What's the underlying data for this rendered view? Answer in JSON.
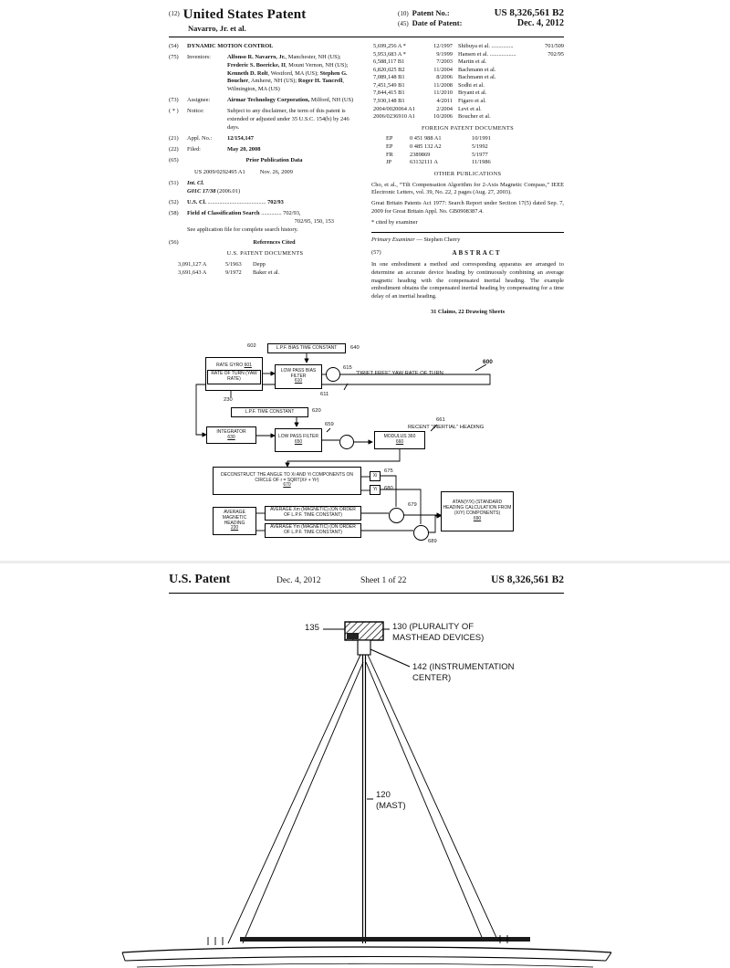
{
  "p1": {
    "hdr": {
      "c12": "(12)",
      "title": "United States Patent",
      "inventors_short": "Navarro, Jr. et al.",
      "c10": "(10)",
      "no_label": "Patent No.:",
      "no": "US 8,326,561 B2",
      "c45": "(45)",
      "date_label": "Date of Patent:",
      "date": "Dec. 4, 2012"
    },
    "f54": {
      "num": "(54)",
      "title": "DYNAMIC MOTION CONTROL"
    },
    "f75": {
      "num": "(75)",
      "label": "Inventors:",
      "list": [
        {
          "name": "Alfonso R. Navarro, Jr.",
          "loc": ", Manchester, NH (US); "
        },
        {
          "name": "Frederic S. Boericke, II",
          "loc": ", Mount Vernon, NH (US); "
        },
        {
          "name": "Kenneth D. Rolt",
          "loc": ", Westford, MA (US); "
        },
        {
          "name": "Stephen G. Boucher",
          "loc": ", Amherst, NH (US); "
        },
        {
          "name": "Roger H. Tancrell",
          "loc": ", Wilmington, MA (US)"
        }
      ]
    },
    "f73": {
      "num": "(73)",
      "label": "Assignee:",
      "name": "Airmar Technology Corporation,",
      "loc": "Milford, NH (US)"
    },
    "fnote": {
      "num": "( * )",
      "label": "Notice:",
      "text": "Subject to any disclaimer, the term of this patent is extended or adjusted under 35 U.S.C. 154(b) by 246 days."
    },
    "f21": {
      "num": "(21)",
      "label": "Appl. No.:",
      "value": "12/154,147"
    },
    "f22": {
      "num": "(22)",
      "label": "Filed:",
      "value": "May 20, 2008"
    },
    "f65": {
      "num": "(65)",
      "heading": "Prior Publication Data",
      "pub": "US 2009/0292495 A1",
      "date": "Nov. 26, 2009"
    },
    "f51": {
      "num": "(51)",
      "label": "Int. Cl.",
      "cls": "G01C 17/38",
      "ver": "(2006.01)"
    },
    "f52": {
      "num": "(52)",
      "label": "U.S. Cl.",
      "dots": " ........................................ ",
      "value": "702/93"
    },
    "f58": {
      "num": "(58)",
      "label": "Field of Classification Search",
      "dots": " .............. ",
      "v1": "702/93,",
      "v2": "702/95, 150, 153",
      "note": "See application file for complete search history."
    },
    "f56": {
      "num": "(56)",
      "heading": "References Cited",
      "sub": "U.S. PATENT DOCUMENTS",
      "rows": [
        [
          "3,091,127 A",
          "5/1963",
          "Depp"
        ],
        [
          "3,691,643 A",
          "9/1972",
          "Baker et al."
        ]
      ]
    }
  },
  "p1r": {
    "us_rows": [
      [
        "5,699,256 A *",
        "12/1997",
        "Shibuya et al. ...............",
        "701/509"
      ],
      [
        "5,953,683 A *",
        "9/1999",
        "Hansen et al. ..................",
        "702/95"
      ],
      [
        "6,588,117 B1",
        "7/2003",
        "Martin et al.",
        ""
      ],
      [
        "6,820,025 B2",
        "11/2004",
        "Bachmann et al.",
        ""
      ],
      [
        "7,089,148 B1",
        "8/2006",
        "Bachmann et al.",
        ""
      ],
      [
        "7,451,549 B1",
        "11/2008",
        "Sodhi et al.",
        ""
      ],
      [
        "7,844,415 B1",
        "11/2010",
        "Bryant et al.",
        ""
      ],
      [
        "7,930,148 B1",
        "4/2011",
        "Figaro et al.",
        ""
      ],
      [
        "2004/0020064 A1",
        "2/2004",
        "Levi et al.",
        ""
      ],
      [
        "2006/0236910 A1",
        "10/2006",
        "Boucher et al.",
        ""
      ]
    ],
    "foreign_heading": "FOREIGN PATENT DOCUMENTS",
    "foreign_rows": [
      [
        "EP",
        "0 451 988 A1",
        "10/1991"
      ],
      [
        "EP",
        "0 485 132 A2",
        "5/1992"
      ],
      [
        "FR",
        "2389869",
        "5/1977"
      ],
      [
        "JP",
        "63132111 A",
        "11/1986"
      ]
    ],
    "other_heading": "OTHER PUBLICATIONS",
    "pub1": "Cho, et al., “Tilt Compensation Algorithm for 2-Axis Magnetic Compass,” IEEE Electronic Letters, vol. 39, No. 22, 2 pages (Aug. 27, 2003).",
    "pub2": "Great Britain Patents Act 1977: Search Report under Section 17(5) dated Sep. 7, 2009 for Great Britain Appl. No. GB0908387.4.",
    "cited": "* cited by examiner",
    "examiner_label": "Primary Examiner",
    "examiner_name": "— Stephen Cherry",
    "c57": "(57)",
    "abstract_heading": "ABSTRACT",
    "abstract": "In one embodiment a method and corresponding apparatus are arranged to determine an accurate device heading by continuously combining an average magnetic heading with the compensated inertial heading. The example embodiment obtains the compensated inertial heading by compensating for a time delay of an inertial heading.",
    "claims": "31 Claims, 22 Drawing Sheets"
  },
  "dg": {
    "l600": "600",
    "l602": "602",
    "bias_tc": "L.P.F. BIAS TIME CONSTANT",
    "l640": "640",
    "rate_gyro": "RATE GYRO",
    "l601": "601",
    "rate_of_turn": "RATE OF TURN (YAW RATE)",
    "l230": "230",
    "lpbf": "LOW PASS BIAS FILTER",
    "l610": "610",
    "l611": "611",
    "l615": "615",
    "drift": "“DRIFT FREE” YAW RATE OF TURN",
    "lpf_tc": "L.P.F. TIME CONSTANT",
    "l620": "620",
    "integrator": "INTEGRATOR",
    "l630": "630",
    "lpf": "LOW PASS FILTER",
    "l650": "650",
    "l659": "659",
    "l661": "661",
    "recent": "RECENT “INERTIAL” HEADING",
    "modulus": "MODULUS 360",
    "l660": "660",
    "deconstruct": "DECONSTRUCT THE ANGLE TO Xi AND Yi COMPONENTS ON CIRCLE OF r = SQRT(Xi² + Yi²)",
    "l670": "670",
    "xi": "Xi",
    "l675": "675",
    "yi": "Yi",
    "l680": "680",
    "avg_mag": "AVERAGE MAGNETIC HEADING",
    "l220": "220",
    "avg_x": "AVERAGE Xm (MAGNETIC) (ON ORDER OF L.P.F. TIME CONSTANT)",
    "avg_y": "AVERAGE Ym (MAGNETIC) (ON ORDER OF L.P.F. TIME CONSTANT)",
    "l679": "679",
    "l689": "689",
    "atan": "ATAN(Y/X) (STANDARD HEADING CALCULATION FROM (X/Y) COMPONENTS)",
    "l690": "690"
  },
  "p2": {
    "title": "U.S. Patent",
    "date": "Dec. 4, 2012",
    "sheet": "Sheet 1 of 22",
    "no": "US 8,326,561 B2",
    "l135": "135",
    "l130": "130 (PLURALITY OF MASTHEAD DEVICES)",
    "l142": "142 (INSTRUMENTATION CENTER)",
    "l120": "120 (MAST)"
  }
}
